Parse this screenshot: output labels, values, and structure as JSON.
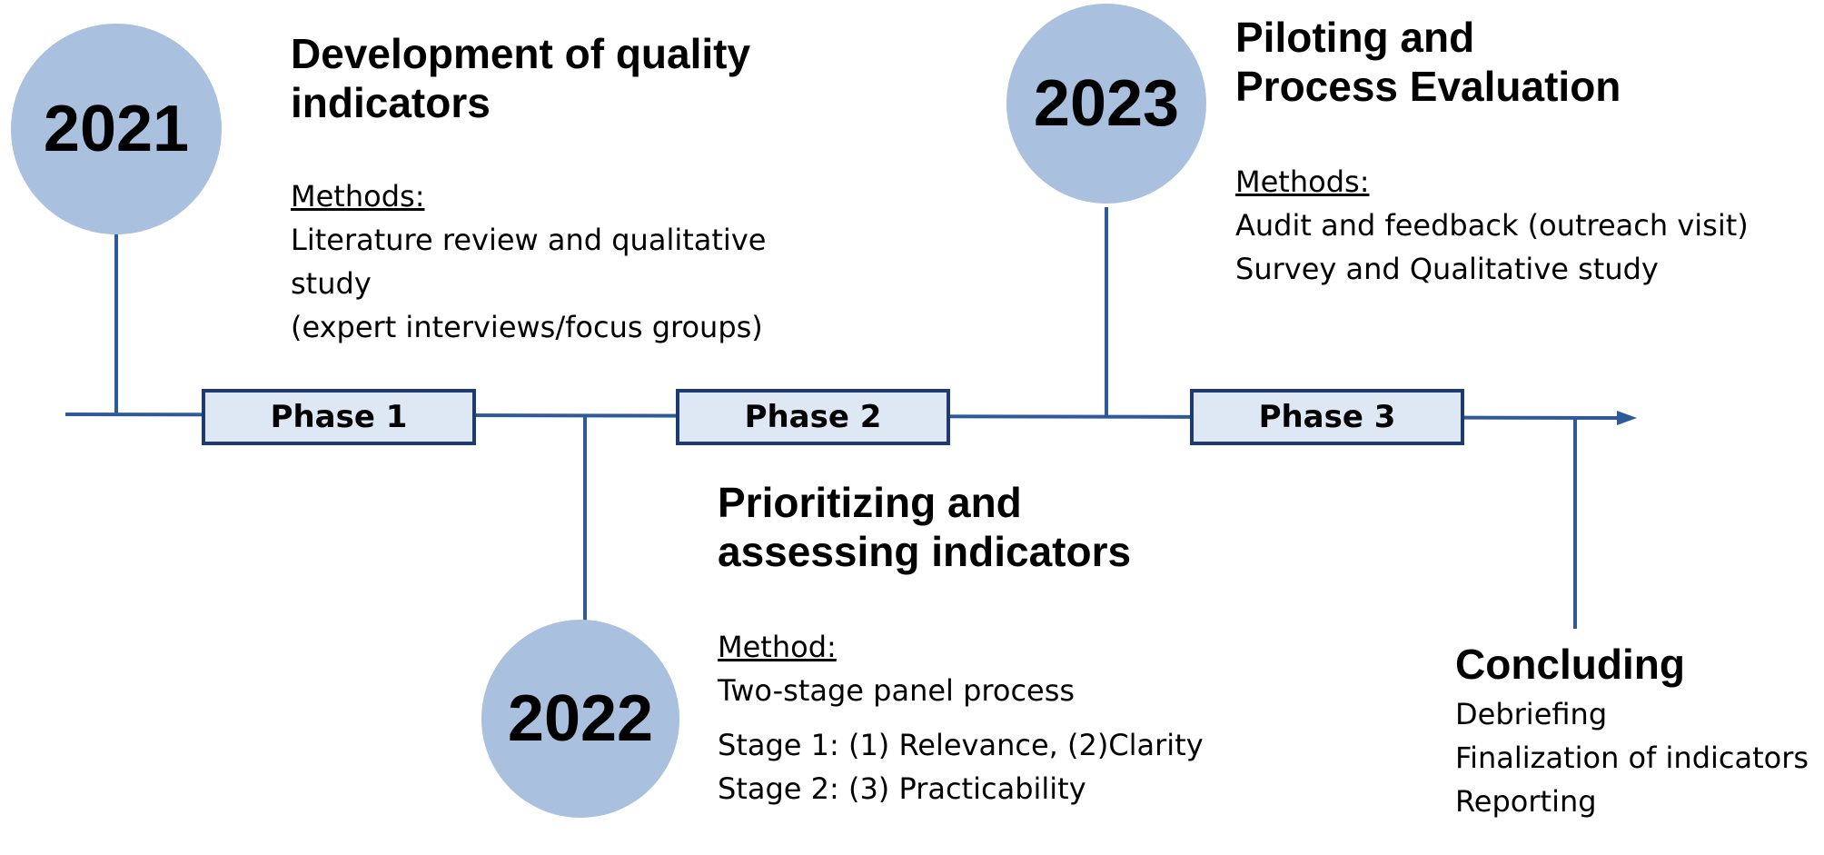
{
  "colors": {
    "line": "#2e5a9c",
    "circle": "#a9c0de",
    "box_fill": "#dde8f4",
    "box_border": "#1f3b6e"
  },
  "years": {
    "y2021": "2021",
    "y2022": "2022",
    "y2023": "2023"
  },
  "phases": {
    "p1": "Phase 1",
    "p2": "Phase 2",
    "p3": "Phase 3"
  },
  "block2021": {
    "title": [
      "Development of quality",
      "indicators"
    ],
    "methods_label": "Methods:",
    "lines": [
      "Literature review and qualitative",
      "study",
      "(expert interviews/focus groups)"
    ]
  },
  "block2022": {
    "title": [
      "Prioritizing and",
      "assessing indicators"
    ],
    "methods_label": "Method:",
    "lines": [
      "Two-stage panel process"
    ],
    "stages": [
      "Stage 1: (1) Relevance, (2)Clarity",
      "Stage 2: (3) Practicability"
    ]
  },
  "block2023": {
    "title": [
      "Piloting and",
      "Process Evaluation"
    ],
    "methods_label": "Methods:",
    "lines": [
      "Audit and feedback (outreach visit)",
      "Survey and Qualitative study"
    ]
  },
  "concluding": {
    "title": "Concluding",
    "lines": [
      "Debriefing",
      "Finalization of indicators",
      "Reporting"
    ]
  }
}
